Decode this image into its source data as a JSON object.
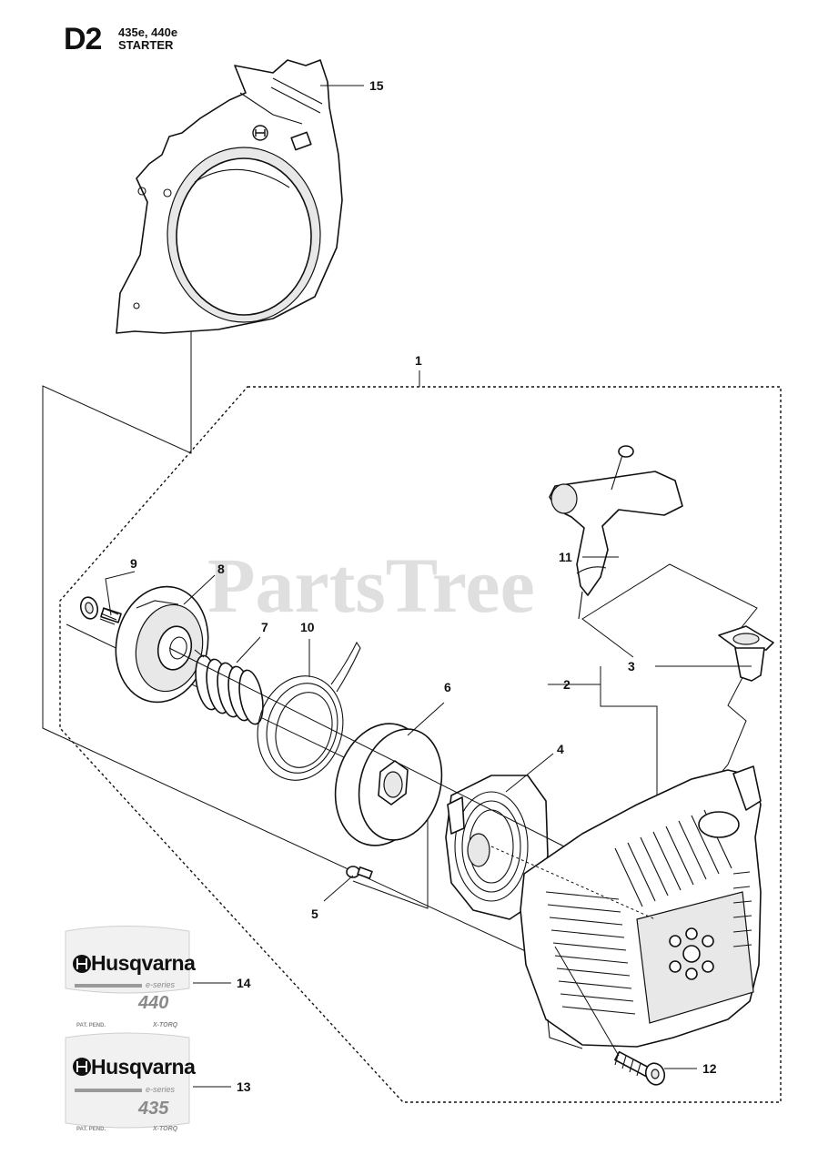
{
  "header": {
    "section_code": "D2",
    "models": "435e, 440e",
    "section_title": "STARTER"
  },
  "watermark": "PartsTree",
  "callouts": [
    "1",
    "2",
    "3",
    "4",
    "5",
    "6",
    "7",
    "8",
    "9",
    "10",
    "11",
    "12",
    "13",
    "14",
    "15"
  ],
  "decals": [
    {
      "brand": "Husqvarna",
      "series": "e-series",
      "model": "440",
      "pat": "PAT. PEND.",
      "tech": "X-TORQ",
      "callout": "14"
    },
    {
      "brand": "Husqvarna",
      "series": "e-series",
      "model": "435",
      "pat": "PAT. PEND.",
      "tech": "X-TORQ",
      "callout": "13"
    }
  ]
}
